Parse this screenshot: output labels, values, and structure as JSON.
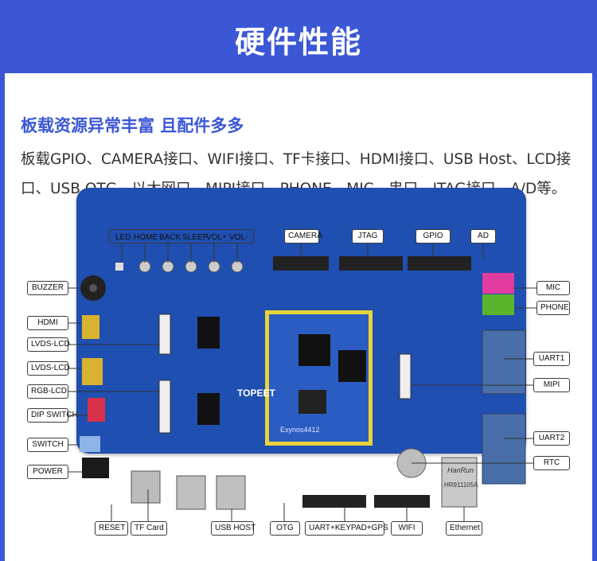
{
  "header": {
    "title": "硬件性能"
  },
  "section": {
    "subtitle": "板载资源异常丰富 且配件多多",
    "description": "板载GPIO、CAMERA接口、WIFI接口、TF卡接口、HDMI接口、USB Host、LCD接口、USB OTG、以太网口、MIPI接口、PHONE、MIC、串口、JTAG接口、A/D等。"
  },
  "board": {
    "top_labels": [
      "LED",
      "HOME",
      "BACK",
      "SLEEP",
      "VOL+",
      "VOL-"
    ],
    "top_connectors": [
      "CAMERA",
      "JTAG",
      "GPIO",
      "AD"
    ],
    "left_labels": [
      "BUZZER",
      "HDMI",
      "LVDS-LCD",
      "LVDS-LCD",
      "RGB-LCD",
      "DIP SWITCH",
      "SWITCH",
      "POWER"
    ],
    "right_labels": [
      "MIC",
      "PHONE",
      "UART1",
      "MIPI",
      "UART2",
      "RTC"
    ],
    "bottom_labels": [
      "RESET",
      "TF Card",
      "USB HOST",
      "OTG",
      "UART+KEYPAD+GPS",
      "WIFI",
      "Ethernet"
    ],
    "silkscreen": {
      "brand": "TOPEET",
      "module": "Exynos4412",
      "ethernet_brand": "HanRun",
      "ethernet_part": "HR911105A"
    }
  },
  "colors": {
    "accent": "#3b57d6",
    "board": "#1f4fb0",
    "module": "#e8d23a"
  }
}
